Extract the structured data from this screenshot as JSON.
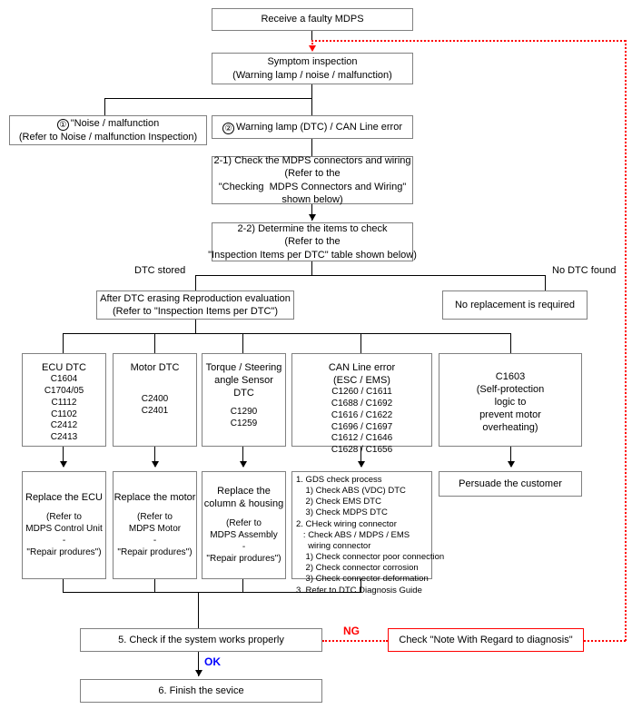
{
  "diagram": {
    "title": "MDPS Troubleshooting Flowchart",
    "colors": {
      "box_border": "#808080",
      "connector": "#000000",
      "feedback_line": "#ff0000",
      "ok_label": "#0000ff",
      "ng_label": "#ff0000"
    }
  },
  "nodes": {
    "receive": {
      "line1": "Receive a faulty MDPS"
    },
    "symptom": {
      "line1": "Symptom inspection",
      "line2": "(Warning lamp / noise / malfunction)"
    },
    "branch1": {
      "marker": "①",
      "line1": "\"Noise / malfunction",
      "line2": "(Refer to Noise / malfunction Inspection)"
    },
    "branch2": {
      "marker": "②",
      "line1": "Warning lamp (DTC) / CAN Line error"
    },
    "step21": {
      "line1": "2-1) Check the MDPS connectors and wiring",
      "line2": "(Refer to the",
      "line3": "\"Checking  MDPS Connectors and Wiring\"",
      "line4": "shown below)"
    },
    "step22": {
      "line1": "2-2) Determine the items to check",
      "line2": "(Refer to the",
      "line3": "\"Inspection Items per DTC\" table shown below)"
    },
    "dtc_stored_label": "DTC stored",
    "no_dtc_label": "No DTC found",
    "after_erase": {
      "line1": "After DTC erasing Reproduction evaluation",
      "line2": "(Refer to \"Inspection Items per DTC\")"
    },
    "no_replacement": {
      "line1": "No replacement is required"
    },
    "ecu_dtc": {
      "title": "ECU DTC",
      "codes": [
        "C1604",
        "C1704/05",
        "C1112",
        "C1102",
        "C2412",
        "C2413"
      ]
    },
    "motor_dtc": {
      "title": "Motor DTC",
      "codes": [
        "C2400",
        "C2401"
      ]
    },
    "torque_dtc": {
      "title_l1": "Torque / Steering",
      "title_l2": "angle Sensor",
      "title_l3": "DTC",
      "codes": [
        "C1290",
        "C1259"
      ]
    },
    "can_dtc": {
      "title_l1": "CAN Line error",
      "title_l2": "(ESC / EMS)",
      "codes": [
        "C1260 / C1611",
        "C1688 / C1692",
        "C1616 / C1622",
        "C1696 / C1697",
        "C1612 / C1646",
        "C1628 / C1656"
      ]
    },
    "c1603": {
      "line1": "C1603",
      "line2": "(Self-protection",
      "line3": "logic to",
      "line4": "prevent motor",
      "line5": "overheating)"
    },
    "replace_ecu": {
      "line1": "Replace the ECU",
      "line2": "(Refer to",
      "line3": "MDPS Control Unit",
      "line4": "-",
      "line5": "\"Repair produres\")"
    },
    "replace_motor": {
      "line1": "Replace the motor",
      "line2": "(Refer to",
      "line3": "MDPS Motor",
      "line4": "-",
      "line5": "\"Repair produres\")"
    },
    "replace_column": {
      "line1": "Replace the",
      "line2": "column & housing",
      "line3": "(Refer to",
      "line4": "MDPS Assembly",
      "line5": "-",
      "line6": "\"Repair produres\")"
    },
    "gds_process": {
      "l1": "1. GDS check process",
      "l2": "    1) Check ABS (VDC) DTC",
      "l3": "    2) Check EMS DTC",
      "l4": "    3) Check MDPS DTC",
      "l5": "2. CHeck wiring connector",
      "l6": "   : Check ABS / MDPS / EMS",
      "l7": "     wiring connector",
      "l8": "    1) Check connector poor connection",
      "l9": "    2) Check connector corrosion",
      "l10": "    3) Check connector deformation",
      "l11": "3. Refer to DTC Diagnosis Guide"
    },
    "persuade": {
      "line1": "Persuade the customer"
    },
    "step5": {
      "line1": "5. Check if the system works properly"
    },
    "step6": {
      "line1": "6. Finish the sevice"
    },
    "note_box": {
      "line1": "Check \"Note With Regard to diagnosis\""
    },
    "ng_label": "NG",
    "ok_label": "OK"
  }
}
